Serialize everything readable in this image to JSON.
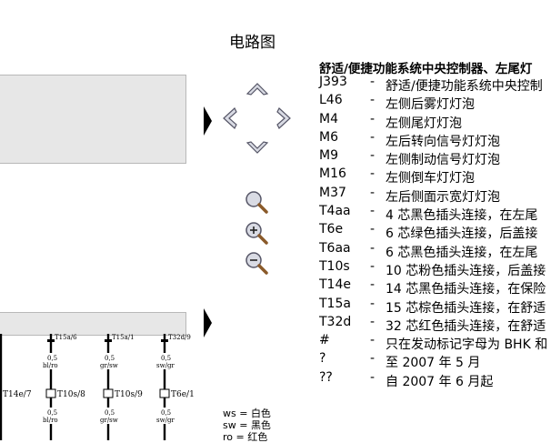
{
  "page": {
    "title": "电路图"
  },
  "legend": {
    "heading": "舒适/便捷功能系统中央控制器、左尾灯",
    "items": [
      {
        "code": "J393",
        "desc": "舒适/便捷功能系统中央控制"
      },
      {
        "code": "L46",
        "desc": "左侧后雾灯灯泡"
      },
      {
        "code": "M4",
        "desc": "左侧尾灯灯泡"
      },
      {
        "code": "M6",
        "desc": "左后转向信号灯灯泡"
      },
      {
        "code": "M9",
        "desc": "左侧制动信号灯灯泡"
      },
      {
        "code": "M16",
        "desc": "左侧倒车灯灯泡"
      },
      {
        "code": "M37",
        "desc": "左后侧面示宽灯灯泡"
      },
      {
        "code": "T4aa",
        "desc": "4 芯黑色插头连接，在左尾"
      },
      {
        "code": "T6e",
        "desc": "6 芯绿色插头连接，后盖接"
      },
      {
        "code": "T6aa",
        "desc": "6 芯黑色插头连接，在左尾"
      },
      {
        "code": "T10s",
        "desc": "10 芯粉色插头连接，后盖接"
      },
      {
        "code": "T14e",
        "desc": "14 芯黑色插头连接，在保险"
      },
      {
        "code": "T15a",
        "desc": "15 芯棕色插头连接，在舒适"
      },
      {
        "code": "T32d",
        "desc": "32 芯红色插头连接，在舒适"
      },
      {
        "code": "#",
        "desc": "只在发动标记字母为 BHK 和"
      },
      {
        "code": "?",
        "desc": "至 2007 年 5 月"
      },
      {
        "code": "??",
        "desc": "自 2007 年 6 月起"
      }
    ]
  },
  "nav": {
    "up_icon": "chevron-up-icon",
    "down_icon": "chevron-down-icon",
    "left_icon": "chevron-left-icon",
    "right_icon": "chevron-right-icon",
    "zoom_icon": "magnifier-icon",
    "zoom_in_icon": "zoom-in-icon",
    "zoom_out_icon": "zoom-out-icon"
  },
  "diagram": {
    "top_labels": [
      "T15a/6",
      "T15a/1",
      "T32d/9"
    ],
    "wire_values": [
      "0,5",
      "0,5",
      "0,5"
    ],
    "wire_colors": [
      "bl/ro",
      "gr/sw",
      "sw/gr"
    ],
    "mid_labels": [
      "T14e/7",
      "T10s/8",
      "T10s/9",
      "T6e/1"
    ],
    "bottom_values": [
      "0,5",
      "0,5",
      "0,5"
    ],
    "bottom_colors": [
      "bl/ro",
      "gr/sw",
      "sw/gr"
    ]
  },
  "color_key": [
    "ws = 白色",
    "sw = 黑色",
    "ro = 红色"
  ],
  "colors": {
    "panel_bg": "#e7e7e7",
    "icon_fill": "#d9dbe4",
    "icon_stroke": "#555566"
  }
}
